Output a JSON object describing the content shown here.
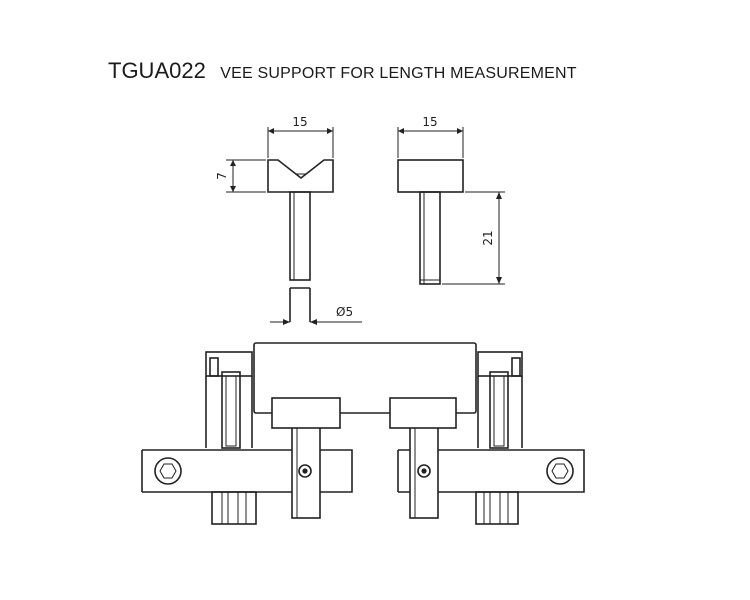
{
  "title": {
    "code": "TGUA022",
    "description": "VEE SUPPORT FOR LENGTH MEASUREMENT"
  },
  "dimensions": {
    "front_width": "15",
    "side_width": "15",
    "head_height": "7",
    "pin_length": "21",
    "pin_diameter": "Ø5"
  }
}
